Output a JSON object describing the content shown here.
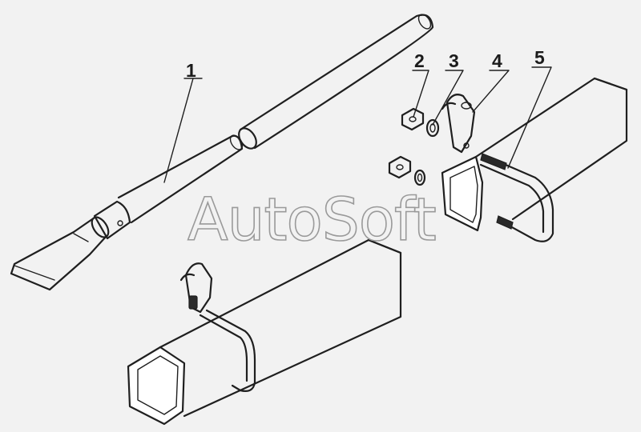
{
  "watermark": "AutoSoft",
  "callouts": [
    {
      "label": "1"
    },
    {
      "label": "2"
    },
    {
      "label": "3"
    },
    {
      "label": "4"
    },
    {
      "label": "5"
    }
  ],
  "colors": {
    "background": "#f2f2f2",
    "line": "#1f1f1f",
    "watermark": "#9a9a9a"
  }
}
